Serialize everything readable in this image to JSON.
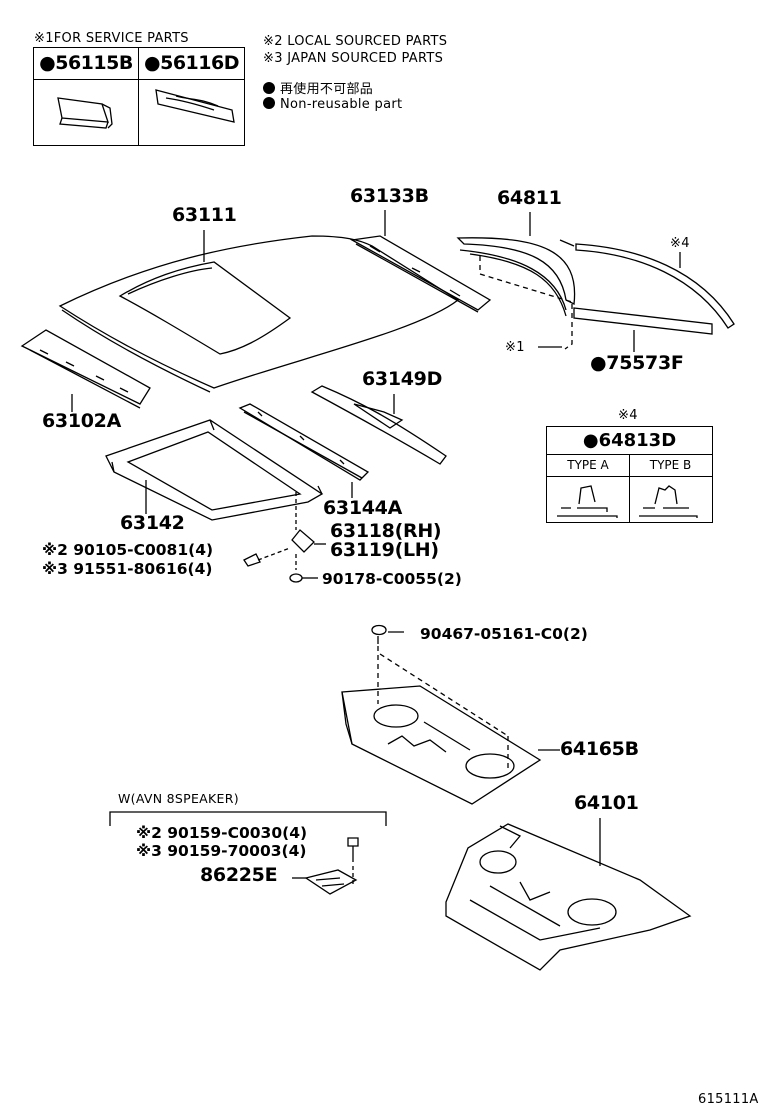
{
  "notes": {
    "service_parts": "※1FOR SERVICE PARTS",
    "local_sourced": "※2 LOCAL SOURCED PARTS",
    "japan_sourced": "※3 JAPAN SOURCED PARTS",
    "non_reusable_jp": "再使用不可部品",
    "non_reusable_en": "Non-reusable part",
    "type_group_mark": "※4",
    "wavn_label": "W(AVN 8SPEAKER)"
  },
  "service_parts": [
    {
      "part": "●56115B"
    },
    {
      "part": "●56116D"
    }
  ],
  "type_table": {
    "part": "●64813D",
    "type_a": "TYPE A",
    "type_b": "TYPE B"
  },
  "callouts": {
    "p63111": "63111",
    "p63133B": "63133B",
    "p64811": "64811",
    "p_note4": "※4",
    "p_note1": "※1",
    "p75573F": "●75573F",
    "p63102A": "63102A",
    "p63149D": "63149D",
    "p63142": "63142",
    "p63144A": "63144A",
    "p63118": "63118(RH)",
    "p63119": "63119(LH)",
    "p90105": "※2 90105-C0081(4)",
    "p91551": "※3 91551-80616(4)",
    "p90178": "90178-C0055(2)",
    "p90467": "90467-05161-C0(2)",
    "p64165B": "64165B",
    "p64101": "64101",
    "p90159a": "※2 90159-C0030(4)",
    "p90159b": "※3 90159-70003(4)",
    "p86225E": "86225E"
  },
  "diagram_id": "615111A"
}
